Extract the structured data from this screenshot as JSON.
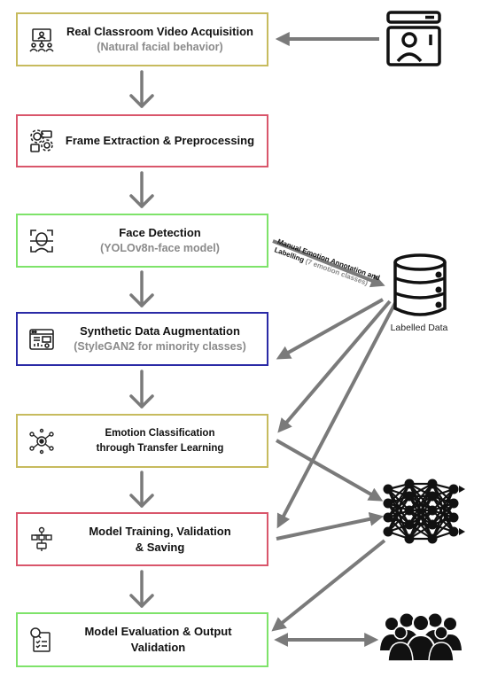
{
  "steps": [
    {
      "title": "Real Classroom Video Acquisition",
      "subtitle": "(Natural facial behavior)",
      "icon": "classroom-icon"
    },
    {
      "title": "Frame Extraction & Preprocessing",
      "icon": "gears-icon"
    },
    {
      "title": "Face Detection",
      "subtitle": "(YOLOv8n-face model)",
      "icon": "face-scan-icon"
    },
    {
      "title": "Synthetic Data Augmentation",
      "subtitle": "(StyleGAN2 for minority classes)",
      "icon": "dashboard-icon"
    },
    {
      "title_line1": "Emotion Classification",
      "title_line2": "through Transfer Learning",
      "icon": "neural-node-icon"
    },
    {
      "title_line1": "Model Training, Validation",
      "title_line2": "& Saving",
      "icon": "hierarchy-icon"
    },
    {
      "title": "Model Evaluation & Output Validation",
      "icon": "checklist-magnifier-icon"
    }
  ],
  "annotation": {
    "line1": "Manual Emotion Annotation and",
    "line2": "Labelling",
    "line2_sub": "(7 emotion classes)"
  },
  "database": {
    "label": "Labelled Data",
    "icon": "database-icon"
  },
  "side_icons": [
    "video-call-icon",
    "neural-network-icon",
    "people-group-icon"
  ],
  "colors": {
    "arrow": "#7a7a7a",
    "olive": "#c7bb5e",
    "red": "#d9566b",
    "green": "#7ee36a",
    "navy": "#2a2aa6"
  }
}
